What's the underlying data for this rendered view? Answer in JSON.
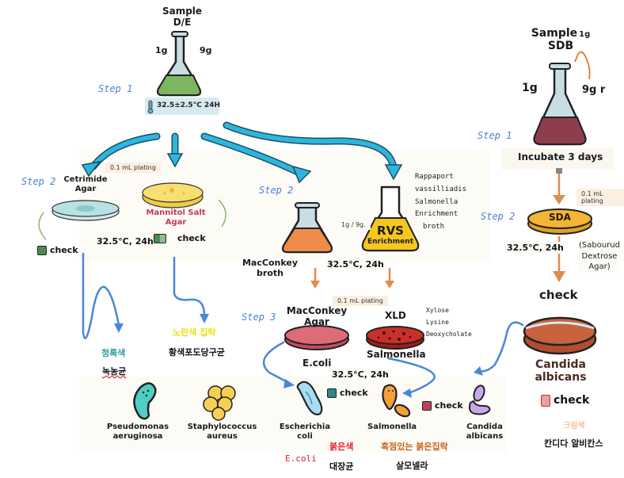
{
  "sample_de": {
    "title_line1": "Sample",
    "title_line2": "D/E",
    "left_amount": "1g",
    "right_amount": "9g",
    "incubation": "32.5±2.5°C 24H",
    "step1": "Step 1"
  },
  "branch_cetrimide": {
    "step": "Step 2",
    "plating": "0.1 mL plating",
    "medium_line1": "Cetrimide",
    "medium_line2": "Agar",
    "check": "check",
    "temp": "32.5°C, 24h",
    "korean_color": "청록색",
    "korean_name": "녹농균",
    "organism_line1": "Pseudomonas",
    "organism_line2": "aeruginosa"
  },
  "branch_mannitol": {
    "medium_line1": "Mannitol Salt",
    "medium_line2": "Agar",
    "check": "check",
    "korean_color": "노란색 집락",
    "korean_name": "황색포도당구균",
    "organism_line1": "Staphylococcus",
    "organism_line2": "aureus"
  },
  "branch_macconkey": {
    "step2": "Step 2",
    "ratio": "1g / 9g.",
    "broth_line1": "MacConkey",
    "broth_line2": "broth",
    "temp": "32.5°C, 24h",
    "step3": "Step 3",
    "plating": "0.1 mL plating",
    "agar_line1": "MacConkey",
    "agar_line2": "Agar",
    "result": "E.coli",
    "check": "check",
    "organism_line1": "Escherichia",
    "organism_line2": "coli",
    "korean_en": "E.coli",
    "korean_color": "붉은색",
    "korean_name": "대장균"
  },
  "branch_rvs": {
    "flask_line1": "RVS",
    "flask_line2": "Enrichment",
    "note": [
      "Rappaport",
      "vassilliadis",
      "Salmonella",
      "Enrichment",
      "broth"
    ],
    "xld_title": "XLD",
    "xld_note": [
      "Xylose",
      "Lysine",
      "Deoxycholate"
    ],
    "result": "Salmonella",
    "temp": "32.5°C, 24h",
    "check": "check",
    "organism": "Salmonella",
    "korean_color": "흑점있는 붉은집락",
    "korean_name": "살모넬라"
  },
  "candida_small": {
    "line1": "Candida",
    "line2": "albicans"
  },
  "sample_sdb": {
    "title_line1": "Sample",
    "title_extra": "1g",
    "title_line2": "SDB",
    "left_amount": "1g",
    "right_amount": "9g r",
    "step1": "Step 1",
    "incubate": "Incubate 3 days",
    "plating": "0.1 mL plating",
    "step2": "Step 2",
    "dish_label": "SDA",
    "temp": "32.5°C, 24h",
    "sda_full": [
      "(Sabourud",
      "Dextrose",
      "Agar)"
    ],
    "check_top": "check",
    "result_line1": "Candida",
    "result_line2": "albicans",
    "result_check": "check",
    "korean_color": "크림색",
    "korean_name": "칸디다 알비칸스"
  },
  "colors": {
    "flow_arrow": "#1fa9d6",
    "orange_arrow": "#e08a4e",
    "blue_line": "#4a86d8",
    "step_text": "#4a7fd6",
    "mannitol_label": "#c43a5c",
    "candida_label": "#4a2a22"
  }
}
